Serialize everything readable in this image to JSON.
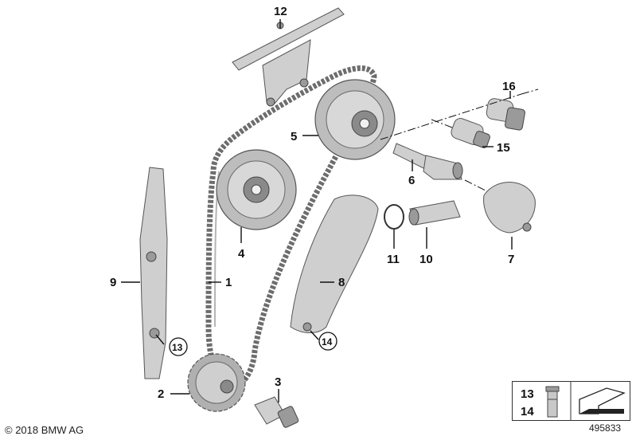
{
  "callouts": {
    "c1": "1",
    "c2": "2",
    "c3": "3",
    "c4": "4",
    "c5": "5",
    "c6": "6",
    "c7": "7",
    "c8": "8",
    "c9": "9",
    "c10": "10",
    "c11": "11",
    "c12": "12",
    "c13": "13",
    "c14": "14",
    "c15": "15",
    "c16": "16"
  },
  "legend": {
    "item_a": "13",
    "item_b": "14"
  },
  "footer": {
    "copyright": "© 2018 BMW AG",
    "diagram_id": "495833"
  }
}
